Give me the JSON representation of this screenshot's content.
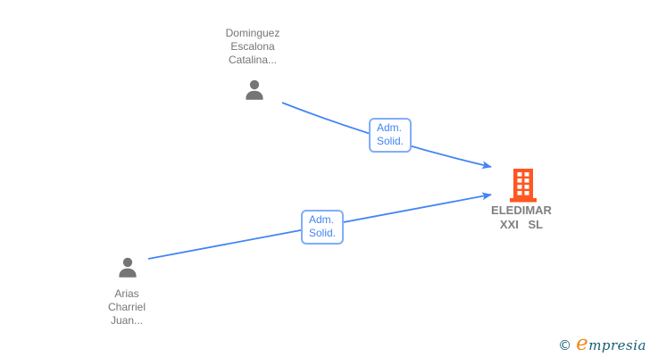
{
  "colors": {
    "edge_blue": "#4285f4",
    "edge_chip_border": "#80aef8",
    "person_gray": "#757575",
    "name_text_gray": "#757575",
    "company_orange": "#ff5722",
    "company_text_gray": "#7f7f7f",
    "logo_teal": "#155e75",
    "logo_orange": "#f0871b",
    "background": "#ffffff"
  },
  "graph": {
    "persons": [
      {
        "name_lines": [
          "Dominguez",
          "Escalona",
          "Catalina..."
        ]
      },
      {
        "name_lines": [
          "Arias",
          "Charriel",
          "Juan..."
        ]
      }
    ],
    "company": {
      "name_line1": "ELEDIMAR",
      "name_line2": "XXI SL"
    },
    "edges": [
      {
        "label_line1": "Adm.",
        "label_line2": "Solid."
      },
      {
        "label_line1": "Adm.",
        "label_line2": "Solid."
      }
    ]
  },
  "footer": {
    "copyright": "©",
    "brand_initial": "e",
    "brand_rest": "mpresia"
  }
}
